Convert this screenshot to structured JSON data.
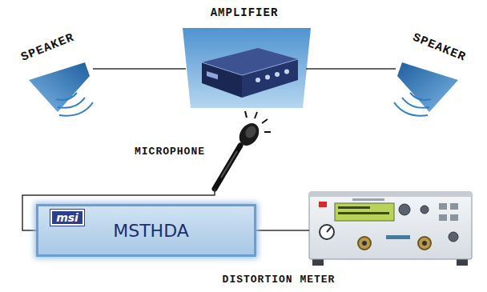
{
  "diagram": {
    "nodes": [
      {
        "text": [
          "SPEAKER"
        ]
      },
      {
        "text": [
          "AMPLIFIER"
        ]
      },
      {
        "text": [
          "SPEAKER"
        ]
      },
      {
        "text": [
          "MICROPHONE"
        ]
      },
      {
        "text": [
          "MSTHDA"
        ]
      },
      {
        "text": [
          "DISTORTION METER"
        ]
      }
    ],
    "edges": [
      {
        "from": 0,
        "to": 1,
        "arrow": "none"
      },
      {
        "from": 1,
        "to": 2,
        "arrow": "none"
      },
      {
        "from": 3,
        "to": 4,
        "arrow": "none"
      },
      {
        "from": 4,
        "to": 5,
        "arrow": "none"
      }
    ],
    "labels": [
      "msi"
    ]
  }
}
